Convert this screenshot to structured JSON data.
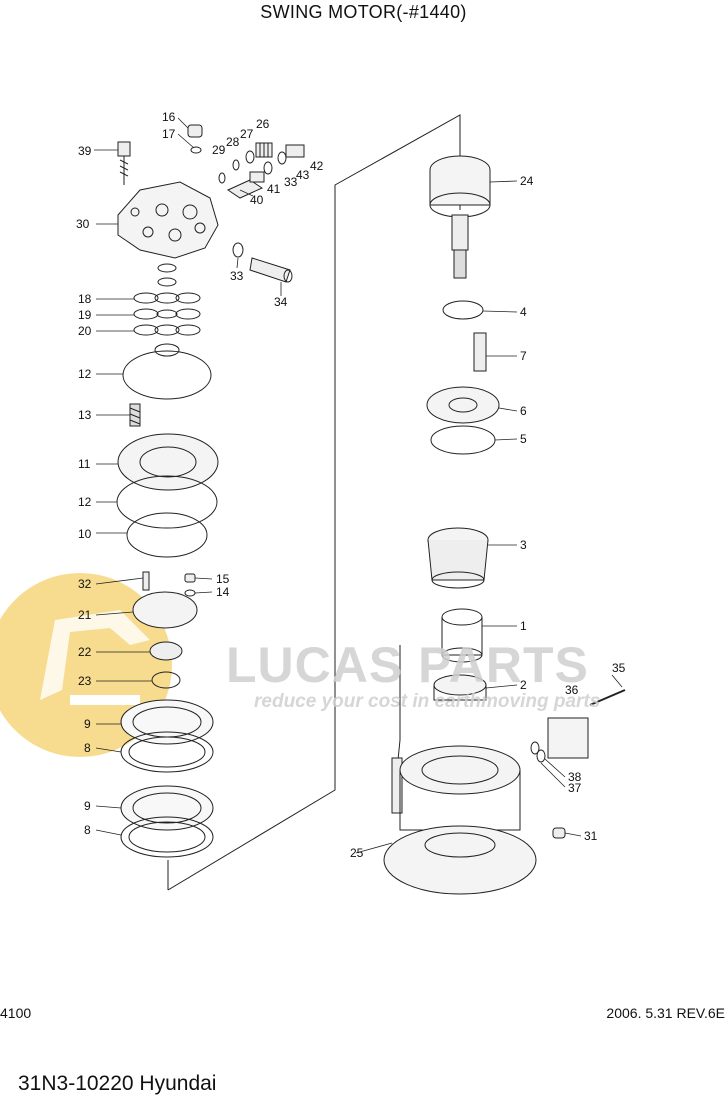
{
  "title": "SWING MOTOR(-#1440)",
  "page_code": "4100",
  "revision": "2006. 5.31  REV.6E",
  "part_number": "31N3-10220 Hyundai",
  "watermark": {
    "brand": "LUCAS PARTS",
    "tagline": "reduce your cost in earthmoving parts",
    "logo_color": "#f2c035"
  },
  "callouts": [
    "1",
    "2",
    "3",
    "4",
    "5",
    "6",
    "7",
    "8",
    "8",
    "9",
    "9",
    "10",
    "11",
    "12",
    "12",
    "13",
    "14",
    "15",
    "16",
    "17",
    "18",
    "19",
    "20",
    "21",
    "22",
    "23",
    "24",
    "25",
    "26",
    "27",
    "28",
    "29",
    "30",
    "31",
    "32",
    "33",
    "33",
    "34",
    "35",
    "36",
    "37",
    "38",
    "39",
    "40",
    "41",
    "42",
    "43"
  ]
}
